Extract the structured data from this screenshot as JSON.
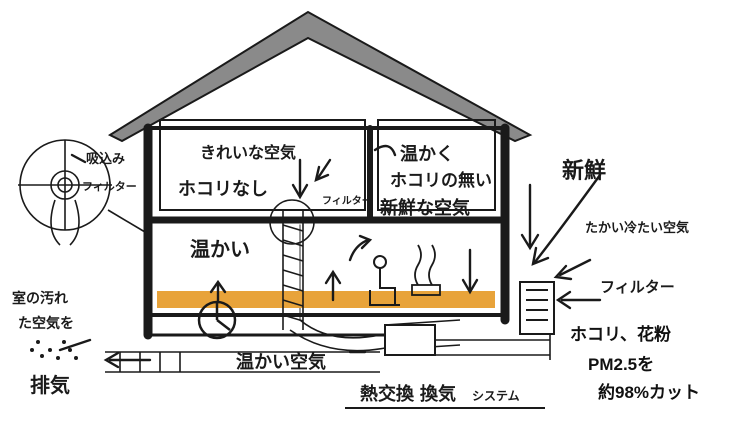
{
  "labels": {
    "clean_air": "きれいな空気",
    "dust_free": "ホコリなし",
    "warm_dust_fresh_line1": "温かく",
    "warm_dust_fresh_line2": "ホコリの無い",
    "warm_dust_fresh_line3": "新鮮な空気",
    "warm": "温かい",
    "filter_inner": "フィルター",
    "intake_filter_line1": "吸込み",
    "intake_filter_line2": "フィルター",
    "room_dirty_air_line1": "室の汚れ",
    "room_dirty_air_line2": "た空気を",
    "exhaust": "排気",
    "warm_duct": "温かい空気",
    "system_name_part1": "熱交換",
    "system_name_part2": "換気",
    "system_name_part3": "システム",
    "fresh": "新鮮",
    "cold_air": "たかい冷たい空気",
    "filter_outer": "フィルター",
    "dust_pollen": "ホコリ、花粉",
    "pm25": "PM2.5を",
    "cut_rate": "約98%カット"
  },
  "colors": {
    "ink": "#1a1a1a",
    "roof": "#8a8a8a",
    "floor_heating": "#e8a33a",
    "paper": "#ffffff"
  },
  "icons": [
    "person-sitting-icon",
    "steam-icon",
    "fan-icon",
    "filter-box-icon"
  ]
}
